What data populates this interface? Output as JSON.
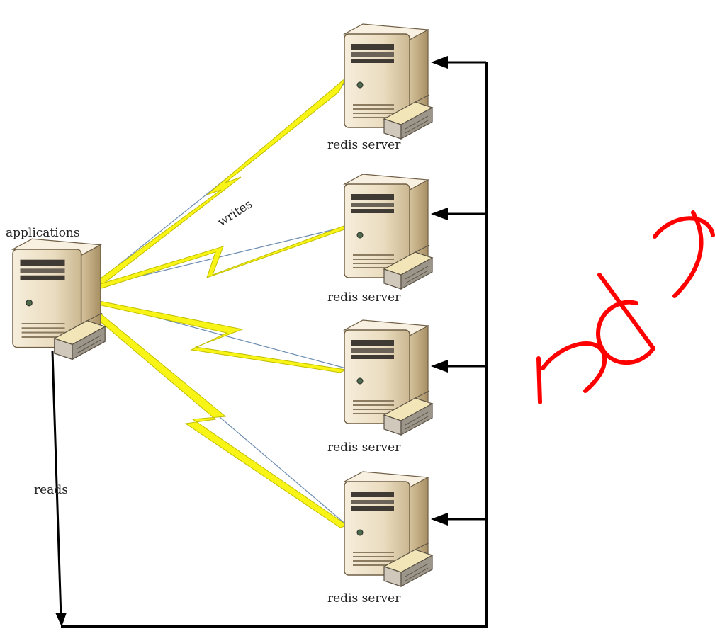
{
  "diagram": {
    "app_label": "applications",
    "writes_label": "writes",
    "reads_label": "reads",
    "servers": [
      {
        "label": "redis server"
      },
      {
        "label": "redis server"
      },
      {
        "label": "redis server"
      },
      {
        "label": "redis server"
      }
    ],
    "watermark": "net"
  },
  "colors": {
    "server_body": "#efe4cc",
    "server_shadow": "#c9b793",
    "lightning": "#f8f516",
    "lightning_stroke": "#bfbd00",
    "line": "#000000",
    "watermark": "#ff0000"
  }
}
